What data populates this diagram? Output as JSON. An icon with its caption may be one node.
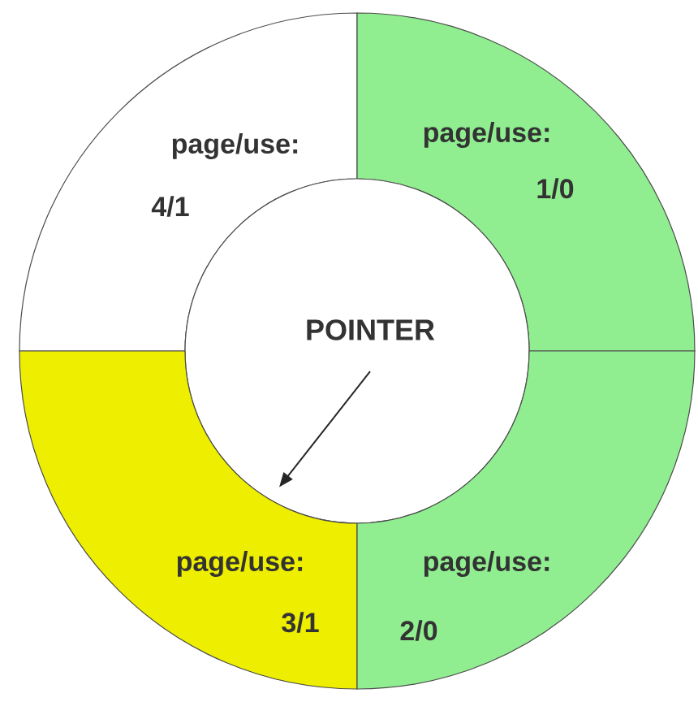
{
  "diagram": {
    "nodes": [
      {
        "text": [
          "page/use:",
          "4/1"
        ]
      },
      {
        "text": [
          "page/use:",
          "1/0"
        ]
      },
      {
        "text": [
          "POINTER"
        ]
      },
      {
        "text": [
          "page/use:",
          "3/1"
        ]
      },
      {
        "text": [
          "page/use:",
          "2/0"
        ]
      }
    ],
    "edges": [
      {
        "from": 2,
        "to": 3,
        "arrow": "to"
      }
    ]
  }
}
